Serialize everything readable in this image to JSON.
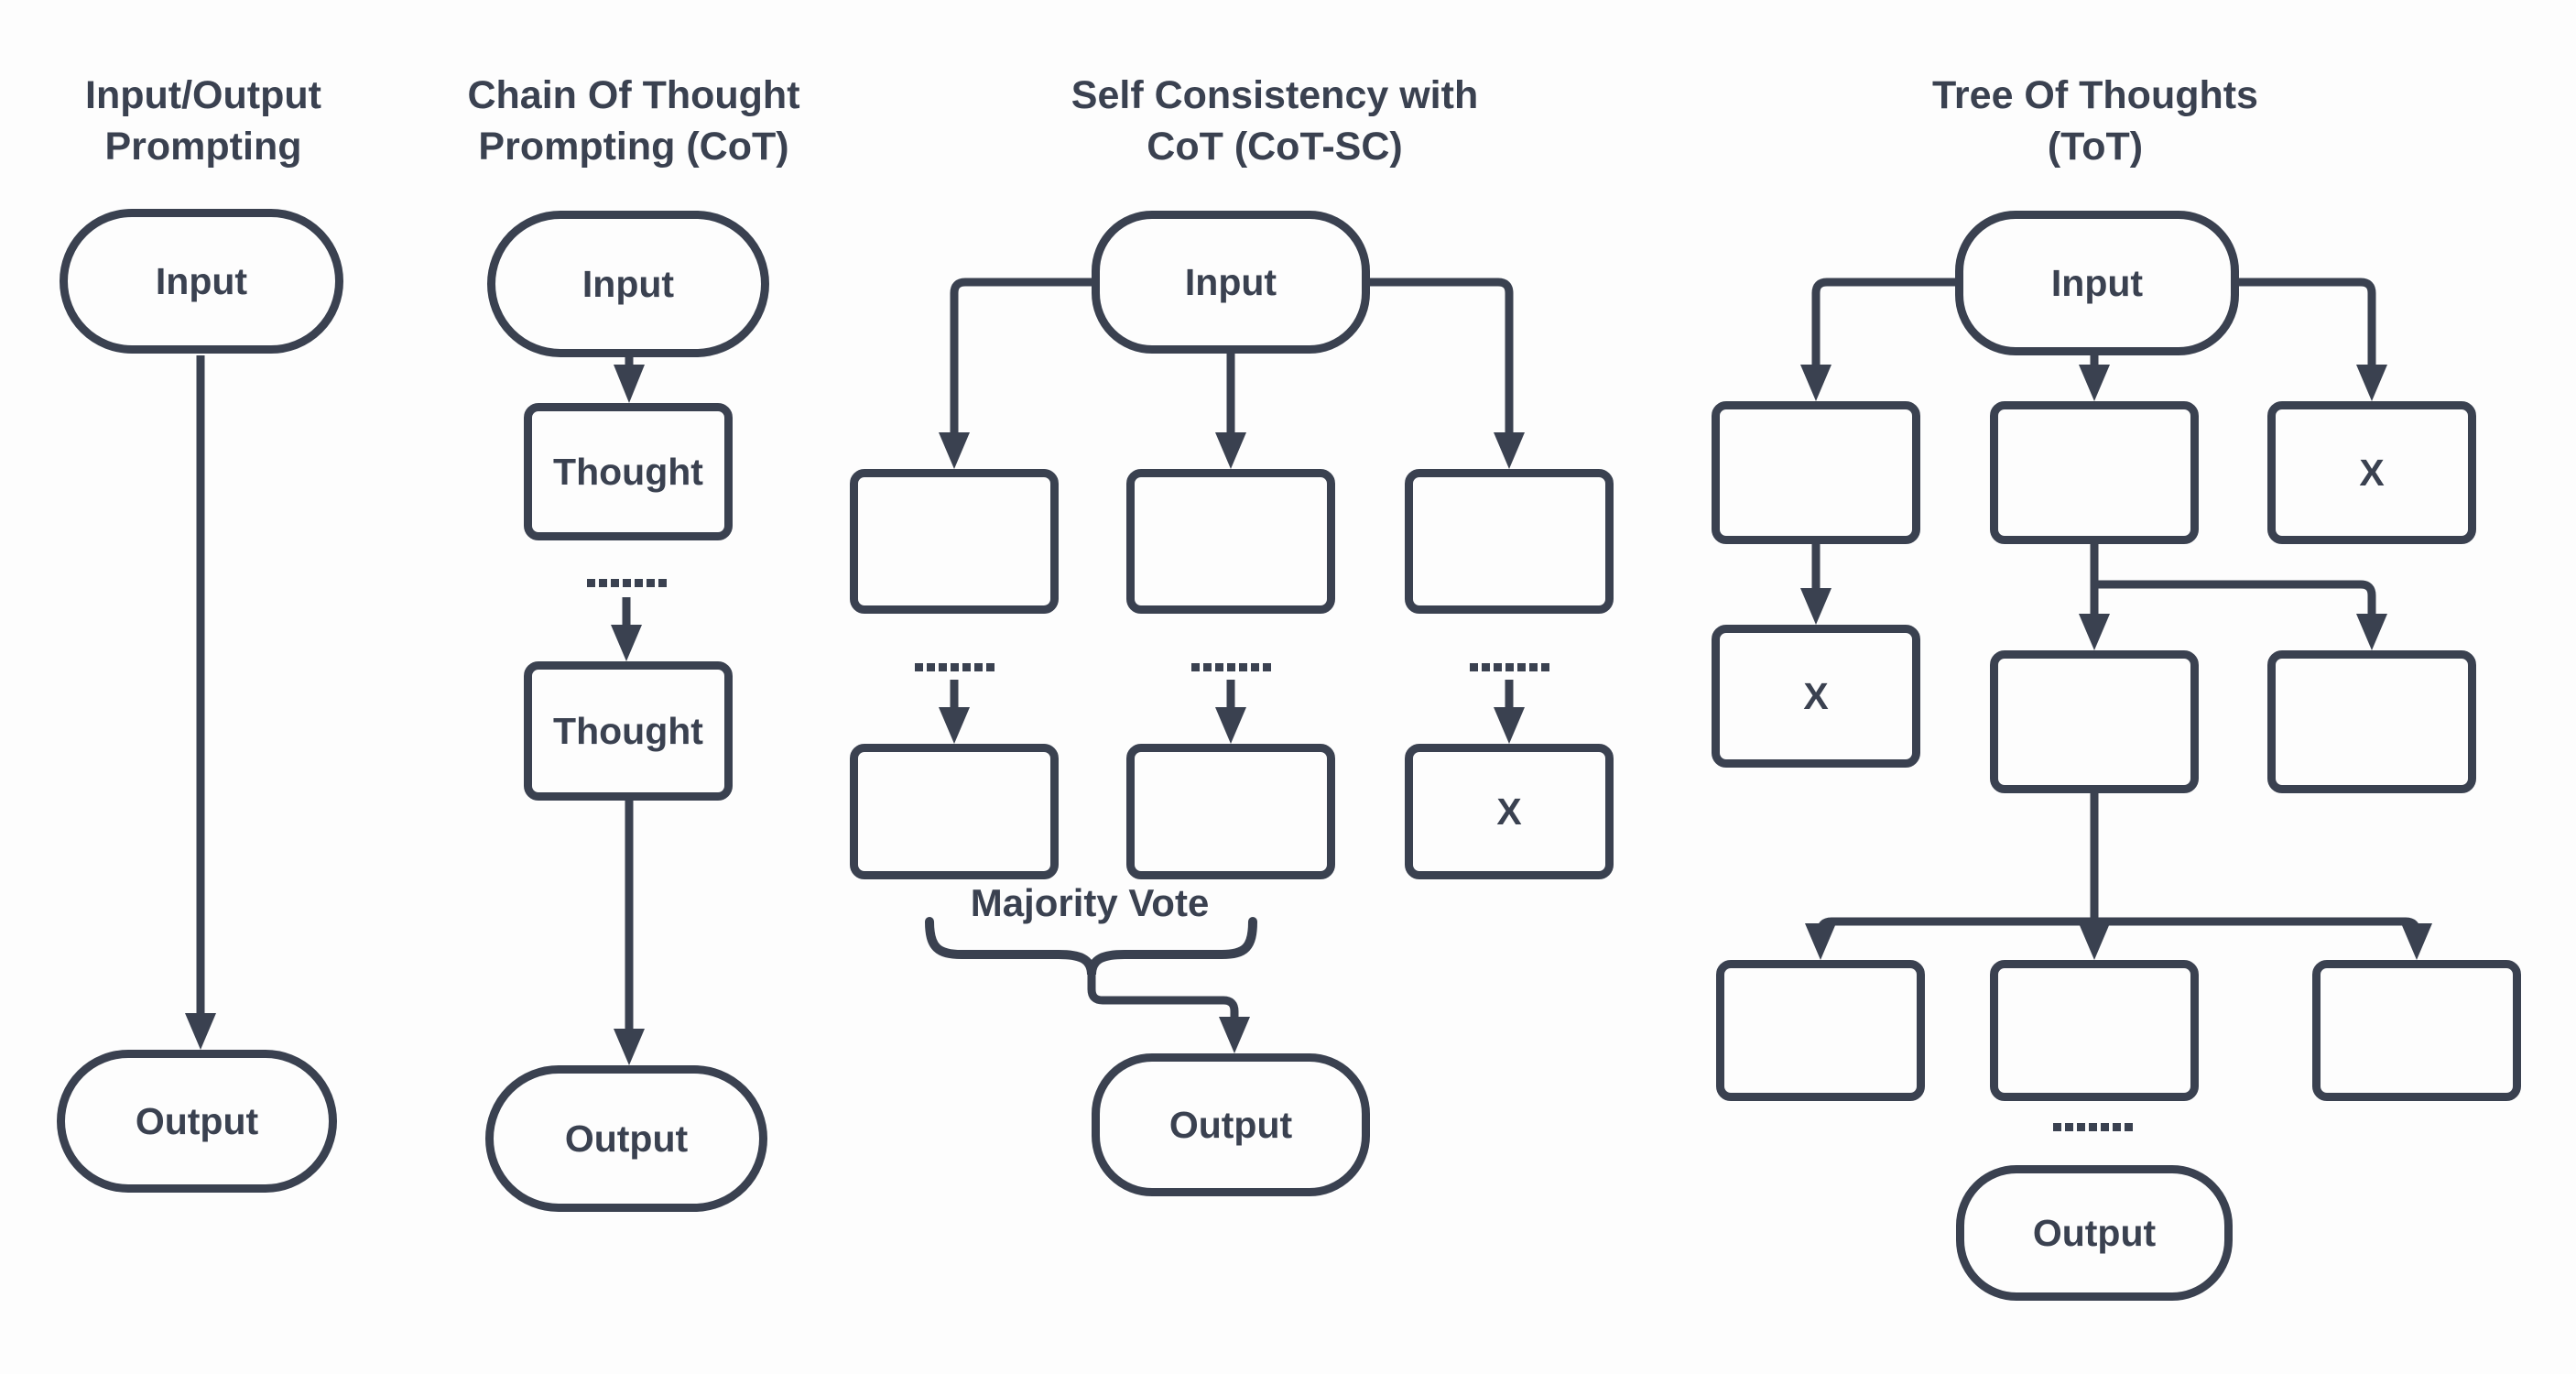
{
  "diagram": {
    "background": "#fdfdfd",
    "ink": "#3a4150",
    "columns": [
      {
        "title_line1": "Input/Output",
        "title_line2": "Prompting",
        "nodes": {
          "input": "Input",
          "output": "Output"
        }
      },
      {
        "title_line1": "Chain Of Thought",
        "title_line2": "Prompting (CoT)",
        "nodes": {
          "input": "Input",
          "thought1": "Thought",
          "thought2": "Thought",
          "output": "Output"
        }
      },
      {
        "title_line1": "Self Consistency with",
        "title_line2": "CoT (CoT-SC)",
        "nodes": {
          "input": "Input",
          "rejected": "X",
          "output": "Output"
        },
        "annotations": {
          "majority_vote": "Majority Vote"
        }
      },
      {
        "title_line1": "Tree Of Thoughts",
        "title_line2": "(ToT)",
        "nodes": {
          "input": "Input",
          "rejected_top": "X",
          "rejected_mid": "X",
          "output": "Output"
        }
      }
    ]
  }
}
